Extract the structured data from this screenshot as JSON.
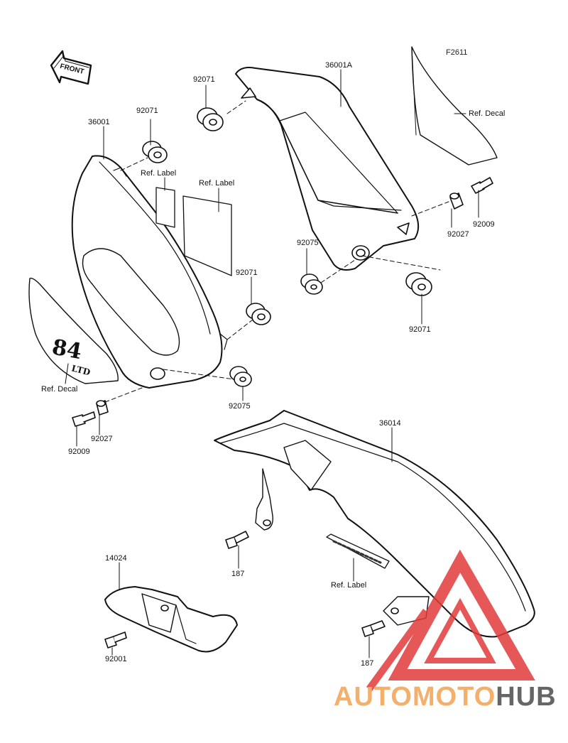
{
  "figure_code": "F2611",
  "front_label": "FRONT",
  "labels": {
    "p36001A": "36001A",
    "p36001": "36001",
    "p92071_top": "92071",
    "p92071_left": "92071",
    "p92071_mid": "92071",
    "p92071_right": "92071",
    "ref_decal_top": "Ref. Decal",
    "ref_label_small": "Ref. Label",
    "ref_label_big": "Ref. Label",
    "p92009_right": "92009",
    "p92027_right": "92027",
    "p92075_top": "92075",
    "p92075_bot": "92075",
    "ref_decal_left": "Ref. Decal",
    "p92009_left": "92009",
    "p92027_left": "92027",
    "p36014": "36014",
    "p14024": "14024",
    "p187_mid": "187",
    "p187_right": "187",
    "ref_label_chain": "Ref. Label",
    "p92001": "92001"
  },
  "watermark": {
    "part1": "AUTOMOTO",
    "part2": "HUB",
    "color1": "#f4b06a",
    "color2": "#666666",
    "triangle_color": "#e23a3a"
  }
}
